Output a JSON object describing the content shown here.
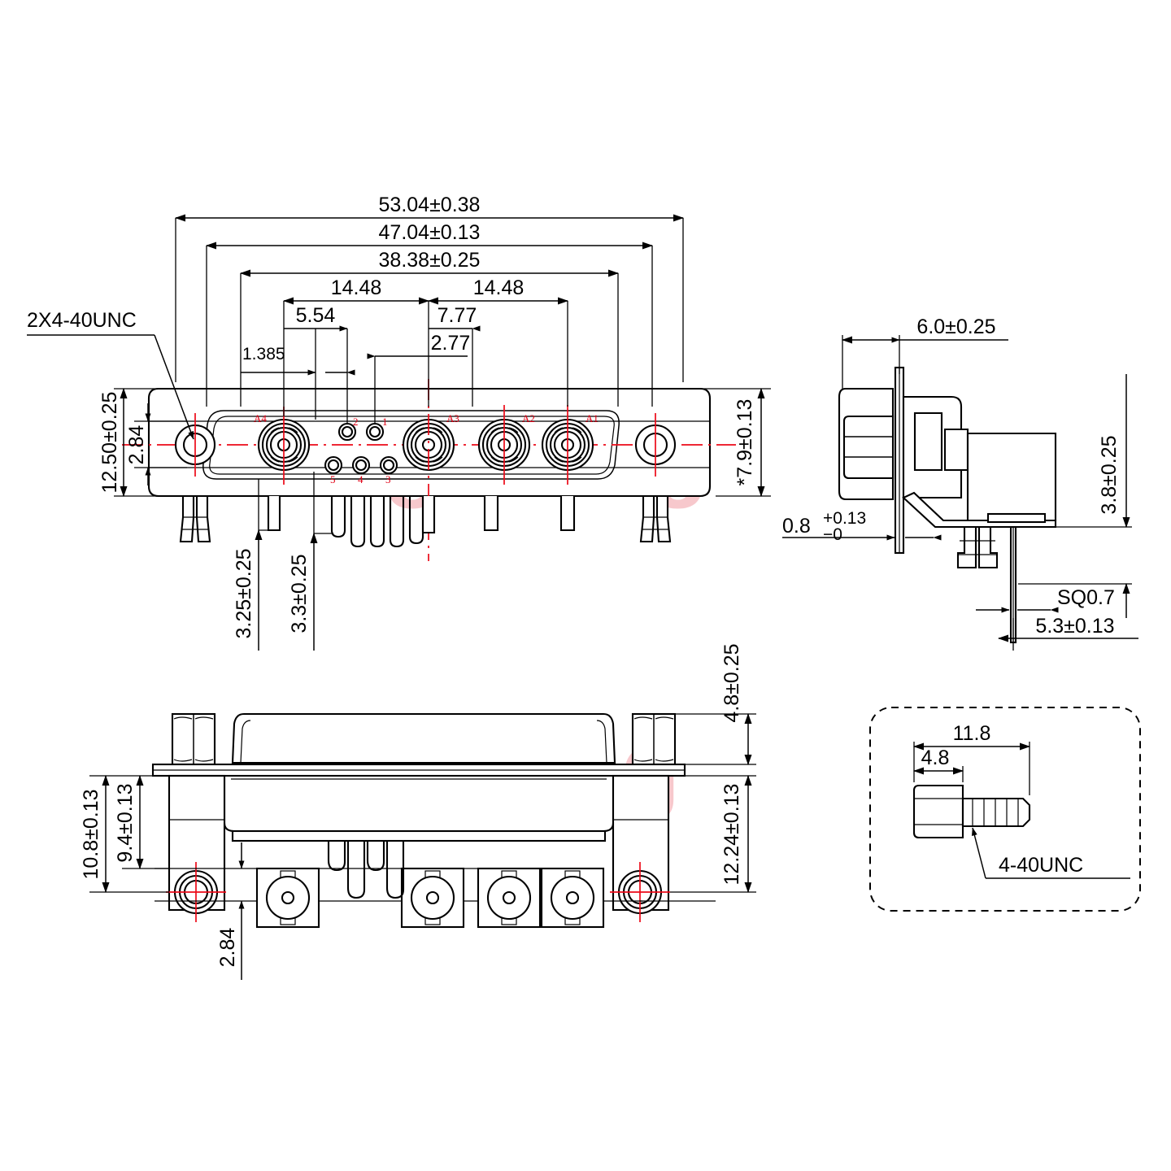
{
  "drawing": {
    "type": "engineering-drawing",
    "subject": "D-Sub coaxial combo connector, right-angle PCB mount",
    "watermark": "Lightang"
  },
  "front_view": {
    "name": "front-view",
    "thread_note": "2X4-40UNC",
    "horizontal_dims": [
      {
        "id": "d5304",
        "label": "53.04±0.38"
      },
      {
        "id": "d4704",
        "label": "47.04±0.13"
      },
      {
        "id": "d3838",
        "label": "38.38±0.25"
      },
      {
        "id": "d1448a",
        "label": "14.48"
      },
      {
        "id": "d1448b",
        "label": "14.48"
      },
      {
        "id": "d554",
        "label": "5.54"
      },
      {
        "id": "d777",
        "label": "7.77"
      },
      {
        "id": "d277",
        "label": "2.77"
      },
      {
        "id": "d1385",
        "label": "1.385"
      }
    ],
    "vertical_dims_left": [
      {
        "id": "d1250",
        "label": "12.50±0.25"
      },
      {
        "id": "d284",
        "label": "2.84"
      }
    ],
    "vertical_dims_right": [
      {
        "id": "d79",
        "label": "*7.9±0.13"
      }
    ],
    "bottom_dims": [
      {
        "id": "d325",
        "label": "3.25±0.25"
      },
      {
        "id": "d33",
        "label": "3.3±0.25"
      }
    ],
    "coax_labels": [
      "A4",
      "A3",
      "A2",
      "A1"
    ],
    "pin_labels_top": [
      "2",
      "1"
    ],
    "pin_labels_bottom": [
      "5",
      "4",
      "3"
    ]
  },
  "side_view": {
    "name": "side-view",
    "dims": [
      {
        "id": "d60",
        "label": "6.0±0.25"
      },
      {
        "id": "d38",
        "label": "3.8±0.25"
      },
      {
        "id": "d53",
        "label": "5.3±0.13"
      },
      {
        "id": "dsq07",
        "label": "SQ0.7"
      }
    ],
    "tol_dim": {
      "base": "0.8",
      "upper": "+0.13",
      "lower": "−0"
    }
  },
  "bottom_view": {
    "name": "bottom-plan-view",
    "vertical_dims_left": [
      {
        "id": "d108",
        "label": "10.8±0.13"
      },
      {
        "id": "d94",
        "label": "9.4±0.13"
      },
      {
        "id": "d284b",
        "label": "2.84"
      }
    ],
    "vertical_dims_right": [
      {
        "id": "d48",
        "label": "4.8±0.25"
      },
      {
        "id": "d1224",
        "label": "12.24±0.13"
      }
    ]
  },
  "screw_detail": {
    "name": "screw-detail",
    "dims": [
      {
        "id": "d118",
        "label": "11.8"
      },
      {
        "id": "d48s",
        "label": "4.8"
      }
    ],
    "thread_note": "4-40UNC"
  },
  "colors": {
    "line": "#000000",
    "centerline": "#ec0a18",
    "pin_label": "#e00014",
    "watermark": "#f7c8cc",
    "background": "#ffffff"
  }
}
